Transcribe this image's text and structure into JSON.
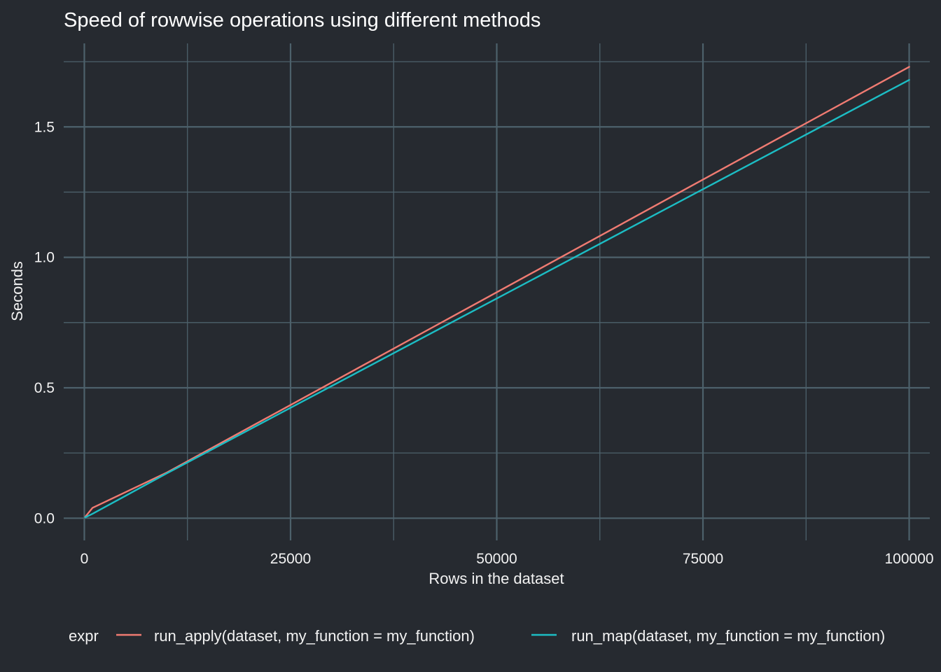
{
  "chart_data": {
    "type": "line",
    "title": "Speed of rowwise operations using different methods",
    "xlabel": "Rows in the dataset",
    "ylabel": "Seconds",
    "xlim": [
      -2500,
      102500
    ],
    "ylim": [
      -0.085,
      1.82
    ],
    "x_ticks": [
      0,
      25000,
      50000,
      75000,
      100000
    ],
    "x_tick_labels": [
      "0",
      "25000",
      "50000",
      "75000",
      "100000"
    ],
    "y_ticks": [
      0.0,
      0.5,
      1.0,
      1.5
    ],
    "y_tick_labels": [
      "0.0",
      "0.5",
      "1.0",
      "1.5"
    ],
    "x_minor_ticks": [
      12500,
      37500,
      62500,
      87500
    ],
    "y_minor_ticks": [
      0.25,
      0.75,
      1.25,
      1.75
    ],
    "grid": true,
    "legend_title": "expr",
    "legend_position": "bottom",
    "series": [
      {
        "name": "run_apply(dataset, my_function = my_function)",
        "color": "#f07b72",
        "x": [
          100,
          1000,
          10000,
          100000
        ],
        "y": [
          0.005,
          0.04,
          0.175,
          1.73
        ]
      },
      {
        "name": "run_map(dataset, my_function = my_function)",
        "color": "#1cbdc4",
        "x": [
          100,
          1000,
          10000,
          100000
        ],
        "y": [
          0.003,
          0.017,
          0.172,
          1.68
        ]
      }
    ]
  },
  "colors": {
    "background": "#262a30",
    "grid": "#4d616b",
    "text": "#f2f2f2"
  }
}
